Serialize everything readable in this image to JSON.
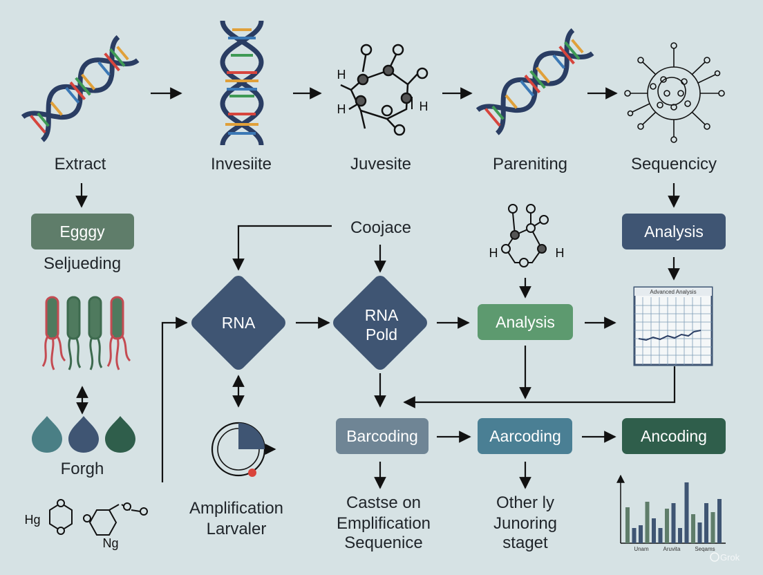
{
  "top_row": {
    "extract": "Extract",
    "invesiite": "Invesiite",
    "juvesite": "Juvesite",
    "pareniting": "Pareniting",
    "sequencicy": "Sequencicy"
  },
  "left_column": {
    "eggy_box": "Egggy",
    "seljueding": "Seljueding",
    "forgh": "Forgh",
    "hg_label": "Hg",
    "ng_label": "Ng"
  },
  "middle": {
    "coojace": "Coojace",
    "rna_1": "RNA",
    "rna_pold_line1": "RNA",
    "rna_pold_line2": "Pold",
    "analysis_green": "Analysis",
    "analysis_top": "Analysis",
    "amplification_line1": "Amplification",
    "amplification_line2": "Larvaler",
    "mol_h_left": "H",
    "mol_h_right": "H"
  },
  "bottom_row": {
    "barcoding": "Barcoding",
    "aarcoding": "Aarcoding",
    "ancoding": "Ancoding",
    "castse_line1": "Castse on",
    "castse_line2": "Emplification",
    "castse_line3": "Sequenice",
    "other_line1": "Other ly",
    "other_line2": "Junoring",
    "other_line3": "staget"
  },
  "molecules": {
    "h1": "H",
    "h2": "H",
    "h3": "H"
  },
  "mini_chart": {
    "x_labels": [
      "Unam",
      "Aruvita",
      "Seqams"
    ],
    "title": "Advanced Analysis"
  },
  "watermark": "Grok",
  "colors": {
    "background": "#d6e2e4",
    "navy": "#3f5573",
    "sage": "#5f7d6a",
    "green": "#5d9a6f",
    "teal": "#4a7f94",
    "slate": "#6f8595",
    "dark_green": "#2f5e4b"
  }
}
